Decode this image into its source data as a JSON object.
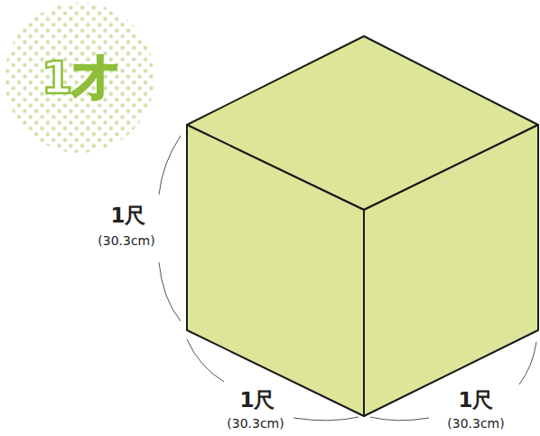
{
  "diagram": {
    "nodes": [
      {
        "text": [
          "1才"
        ]
      }
    ],
    "labels": [
      "1尺",
      "(30.3cm)",
      "1尺",
      "(30.3cm)",
      "1尺",
      "(30.3cm)"
    ]
  }
}
